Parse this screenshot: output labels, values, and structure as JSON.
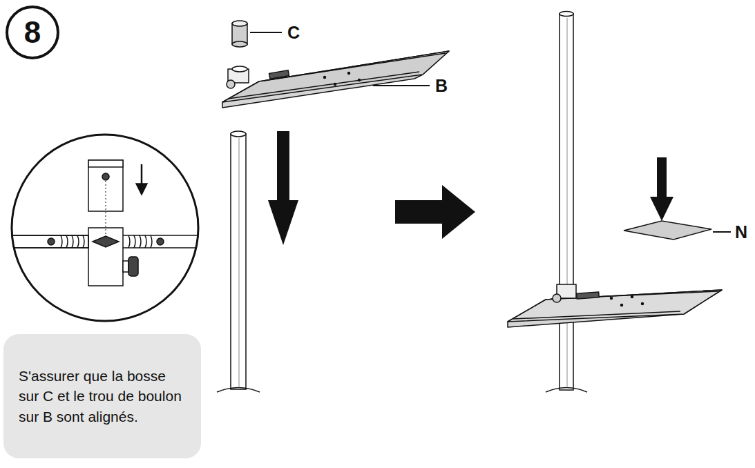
{
  "diagram": {
    "nodes": [
      {
        "text": [
          "8"
        ]
      },
      {
        "text": [
          "S'assurer que la bosse sur C et le trou de boulon sur B sont alignés."
        ]
      }
    ],
    "edges": [],
    "labels": [
      "C",
      "B",
      "N"
    ]
  }
}
